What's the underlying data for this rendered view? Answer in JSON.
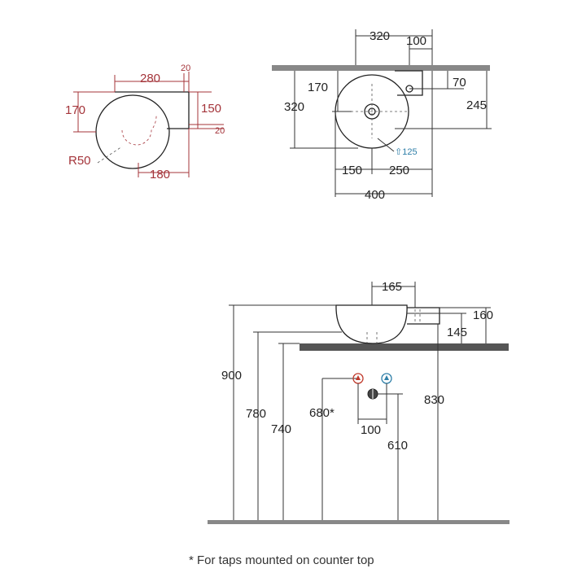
{
  "top_left_view": {
    "dims": {
      "width_280": "280",
      "width_20": "20",
      "left_170": "170",
      "right_150": "150",
      "right_20": "20",
      "radius": "R50",
      "bottom_180": "180"
    },
    "colors": {
      "dimension": "#a4343a"
    }
  },
  "top_right_view": {
    "dims": {
      "top_320": "320",
      "top_100": "100",
      "left_170": "170",
      "right_70": "70",
      "left_320": "320",
      "right_245": "245",
      "drain_125": "⇧125",
      "bottom_150": "150",
      "bottom_250": "250",
      "bottom_400": "400"
    },
    "colors": {
      "counter": "#888888",
      "drain": "#2f7fa8"
    }
  },
  "side_view": {
    "dims": {
      "top_165": "165",
      "right_160": "160",
      "right_145": "145",
      "height_900": "900",
      "height_780": "780",
      "height_740": "740",
      "height_680": "680*",
      "height_830": "830",
      "taps_100": "100",
      "height_610": "610"
    },
    "colors": {
      "hot": "#c0392b",
      "cold": "#2f7fa8",
      "counter": "#777777"
    }
  },
  "footnote": "* For taps mounted on counter top"
}
